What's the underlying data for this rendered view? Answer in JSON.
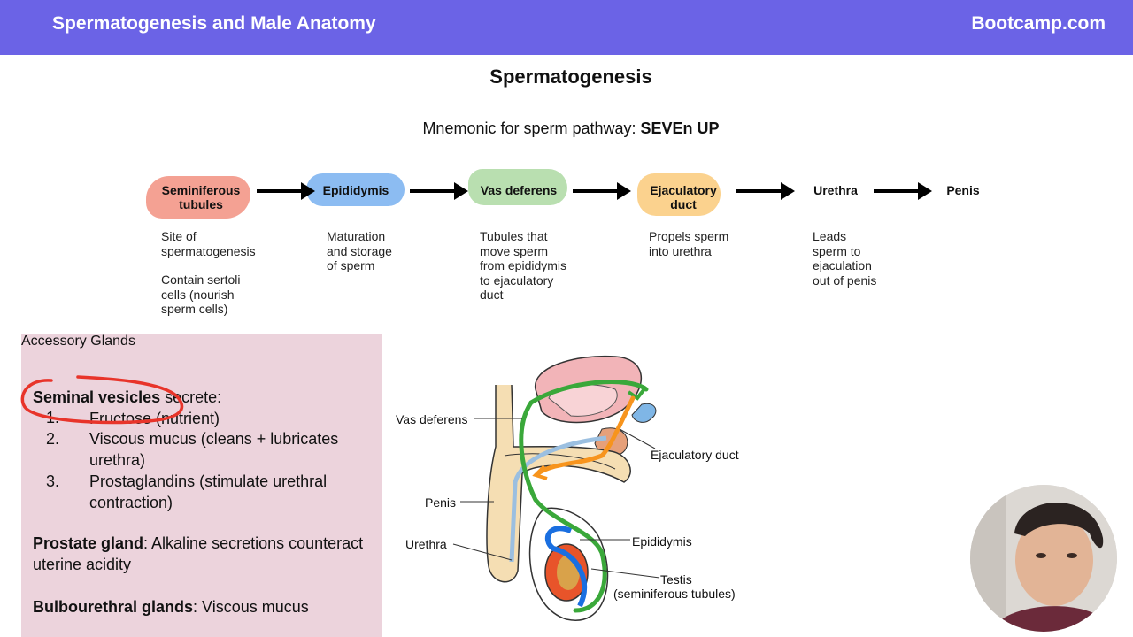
{
  "header": {
    "title": "Spermatogenesis and Male Anatomy",
    "brand": "Bootcamp.com"
  },
  "slide": {
    "title": "Spermatogenesis",
    "mnemonic_prefix": "Mnemonic for sperm pathway: ",
    "mnemonic_key": "SEVEn UP"
  },
  "pathway": [
    {
      "label": "Seminiferous tubules",
      "desc": [
        "Site of spermatogenesis",
        "",
        "Contain sertoli cells (nourish sperm cells)"
      ],
      "color": "#f4a193"
    },
    {
      "label": "Epididymis",
      "desc": [
        "Maturation and storage of sperm"
      ],
      "color": "#8cbcf2"
    },
    {
      "label": "Vas deferens",
      "desc": [
        "Tubules that move sperm from epididymis to ejaculatory duct"
      ],
      "color": "#b9dfb0"
    },
    {
      "label": "Ejaculatory duct",
      "desc": [
        "Propels sperm into urethra"
      ],
      "color": "#fbd28e"
    },
    {
      "label": "Urethra",
      "desc": [
        "Leads sperm to ejaculation out of penis"
      ],
      "color": ""
    },
    {
      "label": "Penis",
      "desc": [],
      "color": ""
    }
  ],
  "glands": {
    "title": "Accessory Glands",
    "seminal_bold": "Seminal vesicles",
    "seminal_rest": " secrete:",
    "items": [
      {
        "n": "1.",
        "text": "Fructose (nutrient)"
      },
      {
        "n": "2.",
        "text": "Viscous mucus (cleans + lubricates urethra)"
      },
      {
        "n": "3.",
        "text": "Prostaglandins (stimulate urethral contraction)"
      }
    ],
    "prostate_bold": "Prostate gland",
    "prostate_rest": ": Alkaline secretions counteract uterine acidity",
    "bulbo_bold": "Bulbourethral glands",
    "bulbo_rest": ": Viscous mucus"
  },
  "diagram": {
    "labels": {
      "vas_deferens": "Vas deferens",
      "ejaculatory_duct": "Ejaculatory duct",
      "penis": "Penis",
      "urethra": "Urethra",
      "epididymis": "Epididymis",
      "testis": "Testis",
      "testis_sub": "(seminiferous tubules)"
    }
  },
  "colors": {
    "header_bg": "#6b63e6",
    "glands_bg": "#ecd3dc",
    "annotation_red": "#e8342a",
    "path_green": "#3aa83a",
    "path_orange": "#f7941d",
    "path_blue": "#1a6fe0"
  }
}
